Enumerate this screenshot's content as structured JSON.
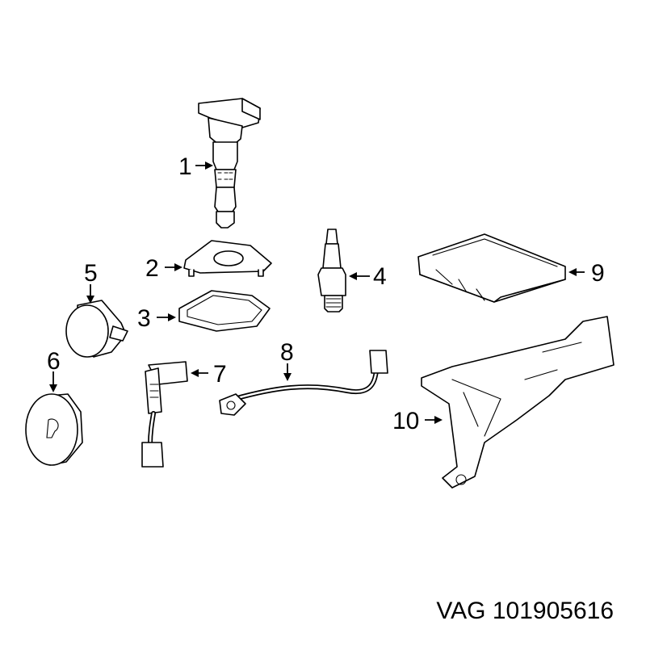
{
  "part_number_label": "VAG 101905616",
  "callouts": [
    "1",
    "2",
    "3",
    "4",
    "5",
    "6",
    "7",
    "8",
    "9",
    "10"
  ],
  "line_color": "#000000",
  "background_color": "#ffffff"
}
